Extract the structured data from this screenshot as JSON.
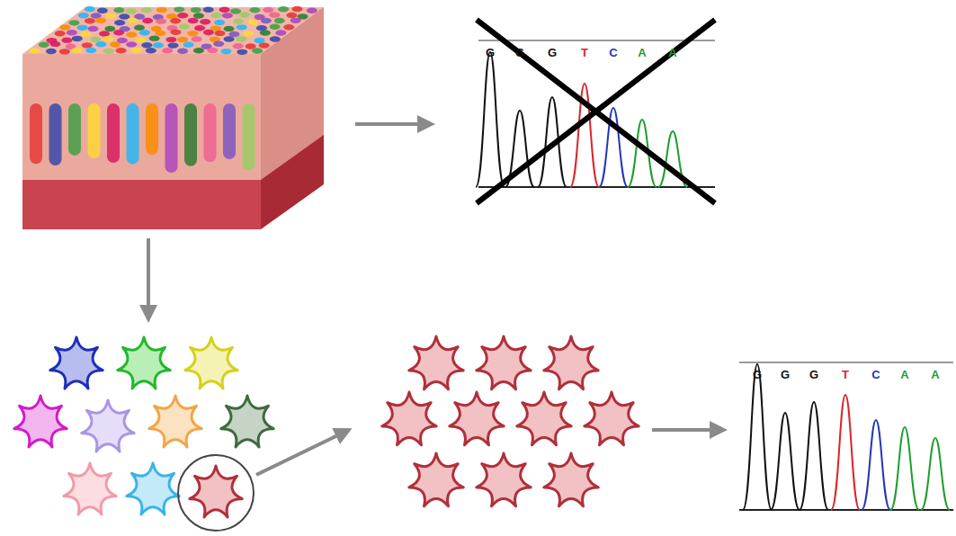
{
  "diagram": {
    "labels": [
      "G",
      "G",
      "G",
      "T",
      "C",
      "A",
      "A",
      "G",
      "G",
      "G",
      "T",
      "C",
      "A",
      "A"
    ]
  }
}
